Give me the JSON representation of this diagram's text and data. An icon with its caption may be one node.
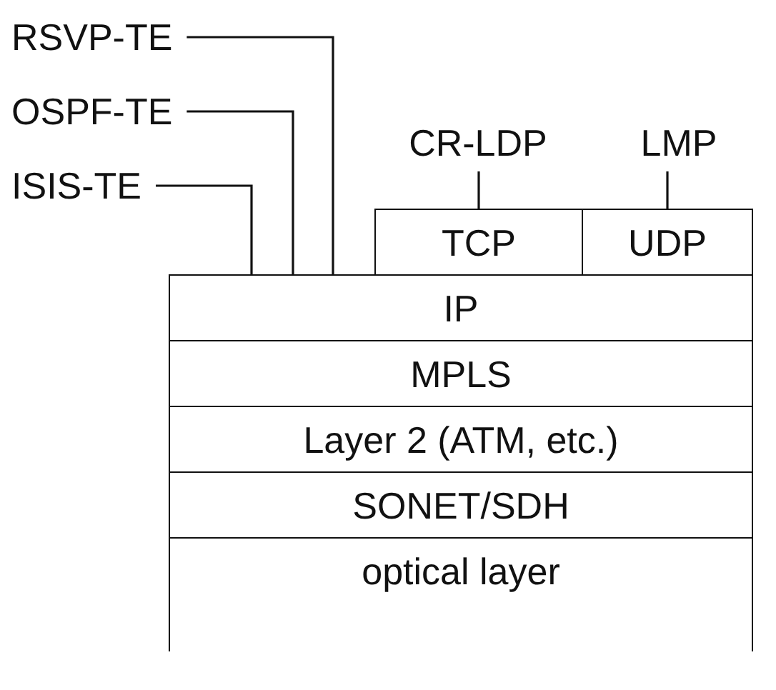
{
  "diagram": {
    "nodes": [
      {
        "text": [
          "RSVP-TE"
        ]
      },
      {
        "text": [
          "OSPF-TE"
        ]
      },
      {
        "text": [
          "ISIS-TE"
        ]
      },
      {
        "text": [
          "CR-LDP"
        ]
      },
      {
        "text": [
          "LMP"
        ]
      },
      {
        "text": [
          "TCP"
        ]
      },
      {
        "text": [
          "UDP"
        ]
      },
      {
        "text": [
          "IP"
        ]
      },
      {
        "text": [
          "MPLS"
        ]
      },
      {
        "text": [
          "Layer 2 (ATM, etc.)"
        ]
      },
      {
        "text": [
          "SONET/SDH"
        ]
      },
      {
        "text": [
          "optical layer"
        ]
      }
    ],
    "edges": [
      {
        "from": 0,
        "to": 7,
        "arrow": "none"
      },
      {
        "from": 1,
        "to": 7,
        "arrow": "none"
      },
      {
        "from": 2,
        "to": 7,
        "arrow": "none"
      },
      {
        "from": 3,
        "to": 5,
        "arrow": "none"
      },
      {
        "from": 4,
        "to": 6,
        "arrow": "none"
      }
    ]
  }
}
